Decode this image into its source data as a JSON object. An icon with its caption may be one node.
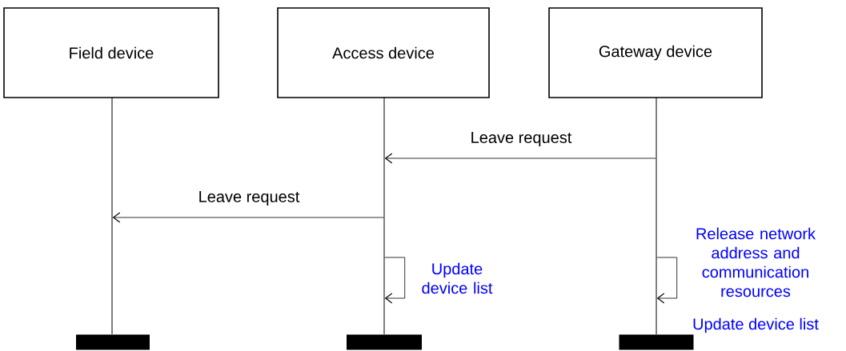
{
  "diagram": {
    "nodes": [
      {
        "text": [
          "Field device"
        ]
      },
      {
        "text": [
          "Access device"
        ]
      },
      {
        "text": [
          "Gateway device"
        ]
      },
      {
        "text": [],
        "shape": "line"
      },
      {
        "text": [],
        "shape": "line"
      },
      {
        "text": [],
        "shape": "line"
      },
      {
        "text": [],
        "shape": "bar"
      },
      {
        "text": [],
        "shape": "bar"
      },
      {
        "text": [],
        "shape": "bar"
      }
    ],
    "edges": [
      {
        "from": 5,
        "to": 4,
        "arrow": "to",
        "label": "Leave request"
      },
      {
        "from": 4,
        "to": 3,
        "arrow": "to",
        "label": "Leave request"
      },
      {
        "from": 4,
        "to": 4,
        "arrow": "to",
        "label": "Update device list"
      },
      {
        "from": 5,
        "to": 5,
        "arrow": "to",
        "label": "Release network address and communication resources"
      }
    ],
    "labels": [
      "Update device list"
    ]
  }
}
